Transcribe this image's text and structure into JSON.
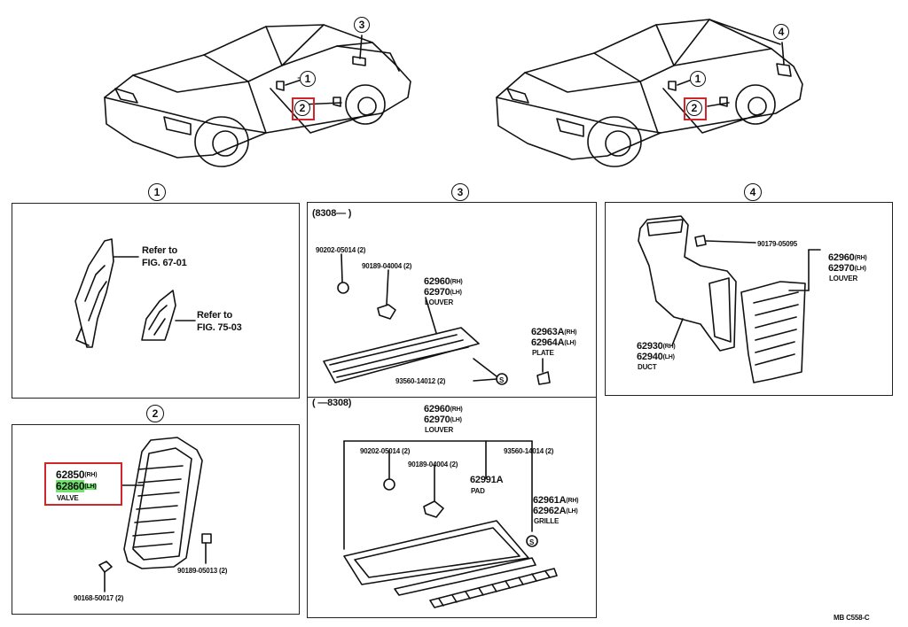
{
  "figure_code": "MB  C558-C",
  "sections": {
    "s1": {
      "num": "1"
    },
    "s2": {
      "num": "2"
    },
    "s3": {
      "num": "3",
      "period_a": "(8308—     )",
      "period_b": "(     —8308)"
    },
    "s4": {
      "num": "4"
    }
  },
  "car_callouts": [
    "1",
    "2",
    "3",
    "1",
    "2",
    "4"
  ],
  "panel1": {
    "ref1_line1": "Refer to",
    "ref1_line2": "FIG. 67-01",
    "ref2_line1": "Refer to",
    "ref2_line2": "FIG. 75-03"
  },
  "panel2": {
    "rh_part": "62850",
    "rh_tag": "(RH)",
    "lh_part": "62860",
    "lh_tag": "(LH)",
    "name": "VALVE",
    "p_90168": "90168-50017 (2)",
    "p_90189": "90189-05013 (2)"
  },
  "panel3": {
    "a_90202": "90202-05014 (2)",
    "a_90189": "90189-04004 (2)",
    "a_62960": "62960",
    "a_62960_tag": "(RH)",
    "a_62970": "62970",
    "a_62970_tag": "(LH)",
    "a_louver": "LOUVER",
    "a_93560": "93560-14012 (2)",
    "a_62963a": "62963A",
    "a_62963a_tag": "(RH)",
    "a_62964a": "62964A",
    "a_62964a_tag": "(LH)",
    "a_plate": "PLATE",
    "b_62960": "62960",
    "b_62960_tag": "(RH)",
    "b_62970": "62970",
    "b_62970_tag": "(LH)",
    "b_louver": "LOUVER",
    "b_90202": "90202-05014 (2)",
    "b_90189": "90189-04004 (2)",
    "b_93560": "93560-14014 (2)",
    "b_62991a": "62991A",
    "b_pad": "PAD",
    "b_62961a": "62961A",
    "b_62961a_tag": "(RH)",
    "b_62962a": "62962A",
    "b_62962a_tag": "(LH)",
    "b_grille": "GRILLE",
    "s_mark": "S"
  },
  "panel4": {
    "p_90179": "90179-05095",
    "p_62960": "62960",
    "p_62960_tag": "(RH)",
    "p_62970": "62970",
    "p_62970_tag": "(LH)",
    "louver": "LOUVER",
    "p_62930": "62930",
    "p_62930_tag": "(RH)",
    "p_62940": "62940",
    "p_62940_tag": "(LH)",
    "duct": "DUCT"
  },
  "colors": {
    "highlight_box": "#d0262a",
    "text_highlight": "#6fe36a"
  }
}
